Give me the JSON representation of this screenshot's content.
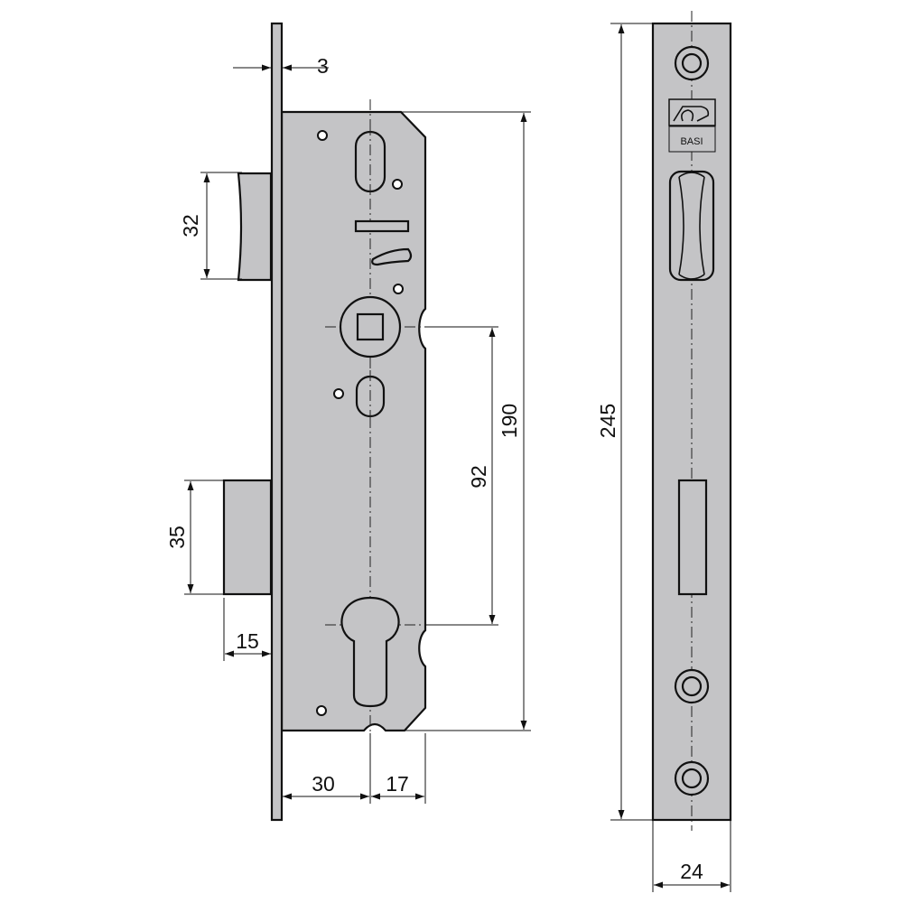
{
  "dimensions": {
    "faceplate_thickness": "3",
    "latch_height": "32",
    "deadbolt_height": "35",
    "deadbolt_throw": "15",
    "backset": "30",
    "case_depth": "17",
    "distance_center": "92",
    "case_height": "190",
    "faceplate_height": "245",
    "faceplate_width": "24"
  },
  "brand": {
    "logo_text": "BASI"
  },
  "colors": {
    "metal": "#c4c4c6",
    "line": "#111111",
    "background": "#ffffff"
  }
}
